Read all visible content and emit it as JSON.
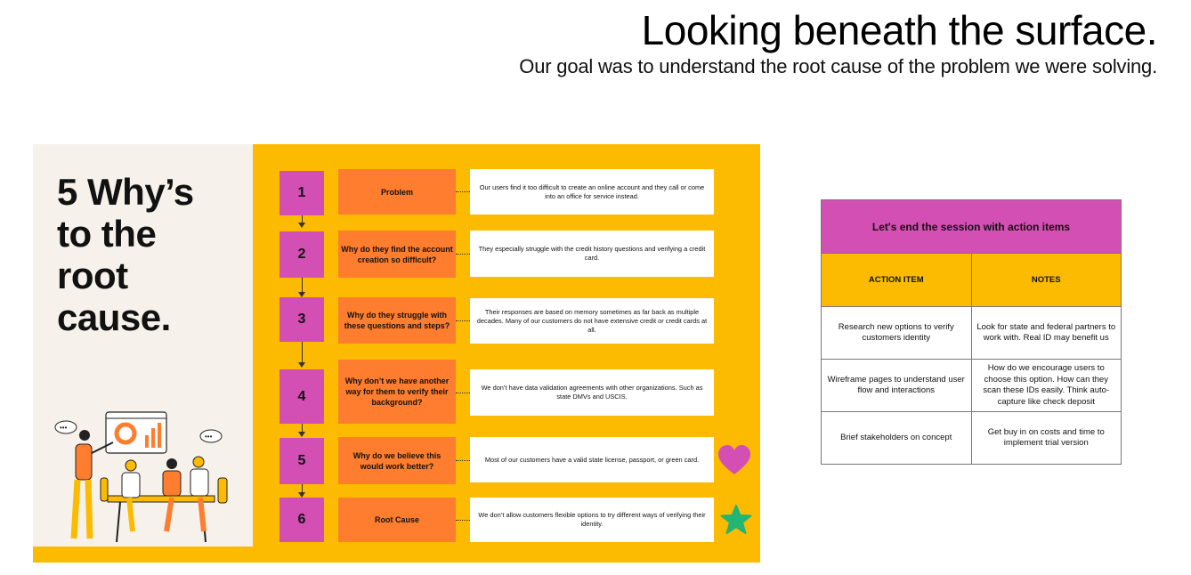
{
  "header": {
    "title": "Looking beneath the surface.",
    "subtitle": "Our goal was to understand the root cause of the problem we were solving."
  },
  "board": {
    "heading_lines": [
      "5 Why’s",
      "to the",
      "root",
      "cause."
    ],
    "accent_colors": {
      "yellow": "#fdbb00",
      "magenta": "#d34fb3",
      "orange": "#ff7d2e",
      "cream": "#f6f1ea",
      "green": "#22b573"
    },
    "decorations": [
      "heart-icon",
      "star-icon",
      "team-meeting-illustration"
    ],
    "steps": [
      {
        "num": "1",
        "question": "Problem",
        "answer": "Our users find it too difficult to create an online account and they call or come into an office for service instead."
      },
      {
        "num": "2",
        "question": "Why do they find the account creation so difficult?",
        "answer": "They especially struggle with the credit history questions and verifying a credit card."
      },
      {
        "num": "3",
        "question": "Why do they struggle with these questions and steps?",
        "answer": "Their responses are based on memory sometimes as far back as multiple decades. Many of our customers do not have extensive credit or credit cards at all."
      },
      {
        "num": "4",
        "question": "Why don’t we have another way for them to verify their background?",
        "answer": "We don’t have data validation agreements with other organizations. Such as state DMVs and USCIS."
      },
      {
        "num": "5",
        "question": "Why do we believe this would work better?",
        "answer": "Most of our customers have a valid state license, passport, or green card."
      },
      {
        "num": "6",
        "question": "Root Cause",
        "answer": "We don’t allow customers flexible options to try different ways of verifying their identity."
      }
    ]
  },
  "actions": {
    "title": "Let's end the session with action items",
    "col_action": "ACTION ITEM",
    "col_notes": "NOTES",
    "rows": [
      {
        "action": "Research new options to verify customers identity",
        "notes": "Look for state and federal partners to work with. Real ID may benefit us"
      },
      {
        "action": "Wireframe pages to understand user flow and interactions",
        "notes": "How do we encourage users to choose this option. How can they scan these IDs easily. Think auto-capture like check deposit"
      },
      {
        "action": "Brief stakeholders on concept",
        "notes": "Get buy in on costs and time to implement trial version"
      }
    ]
  }
}
